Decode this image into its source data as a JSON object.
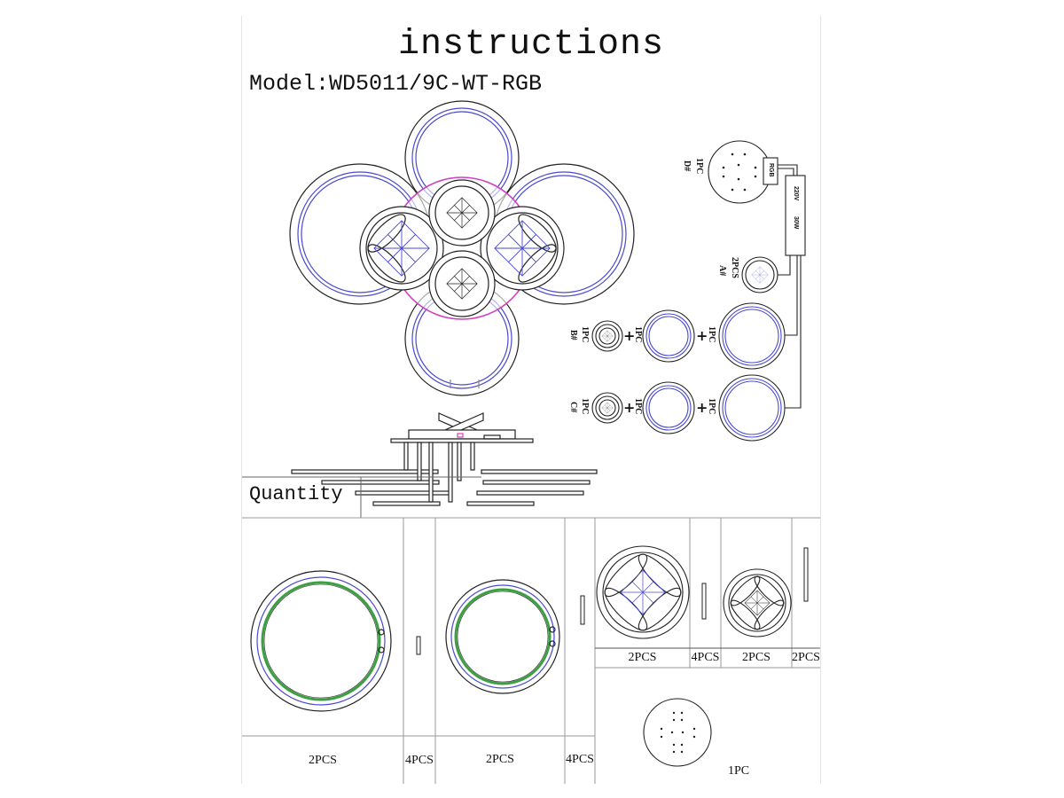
{
  "document": {
    "title": "instructions",
    "model": "Model:WD5011/9C-WT-RGB"
  },
  "wiring": {
    "remote_receiver_label": "RGB",
    "driver_voltage": "220V",
    "driver_power": "30W",
    "items": [
      {
        "id": "D#",
        "qty": "1PC"
      },
      {
        "id": "A#",
        "qty": "2PCS"
      },
      {
        "id": "B#",
        "qty": "1PC"
      },
      {
        "id": "C#",
        "qty": "1PC"
      }
    ],
    "ring_qty": "1PC",
    "plus": "+"
  },
  "colors": {
    "line": "#222222",
    "led_blue": "#4a4ad0",
    "canopy_magenta": "#d040c0",
    "led_strip_green": "#3aa040",
    "grid": "#9a9a9a"
  },
  "quantity": {
    "header": "Quantity",
    "parts": [
      {
        "name": "large-ring",
        "qty": "2PCS"
      },
      {
        "name": "rod-a",
        "qty": "4PCS"
      },
      {
        "name": "medium-ring",
        "qty": "2PCS"
      },
      {
        "name": "rod-b",
        "qty": "4PCS"
      },
      {
        "name": "large-disc-a",
        "qty": "2PCS"
      },
      {
        "name": "rod-c",
        "qty": "4PCS"
      },
      {
        "name": "small-disc",
        "qty": "2PCS"
      },
      {
        "name": "rod-d",
        "qty": "2PCS"
      },
      {
        "name": "dotted-disc",
        "qty": "1PC"
      }
    ]
  }
}
